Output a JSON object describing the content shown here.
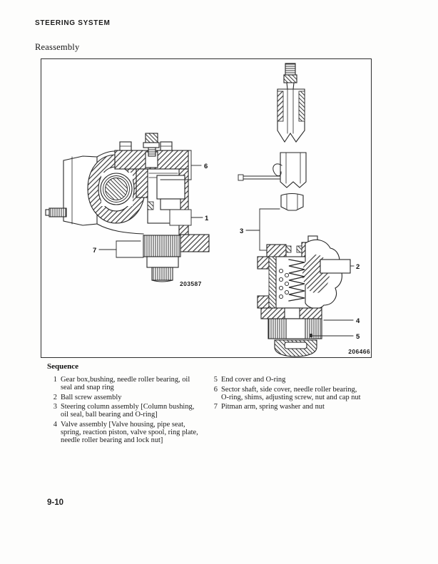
{
  "page": {
    "header": "STEERING SYSTEM",
    "section_title": "Reassembly",
    "page_number": "9-10"
  },
  "figure": {
    "left_diagram": {
      "description": "gear box cross-section",
      "part_number": "203587",
      "callouts": [
        {
          "label": "6"
        },
        {
          "label": "1"
        },
        {
          "label": "7"
        }
      ]
    },
    "right_diagram": {
      "description": "steering column and valve exploded view",
      "part_number": "206466",
      "callouts": [
        {
          "label": "3"
        },
        {
          "label": "2"
        },
        {
          "label": "4"
        },
        {
          "label": "5"
        }
      ]
    }
  },
  "sequence": {
    "heading": "Sequence",
    "left_items": [
      {
        "num": "1",
        "text": "Gear box,bushing, needle roller bearing, oil\nseal and snap ring"
      },
      {
        "num": "2",
        "text": "Ball screw assembly"
      },
      {
        "num": "3",
        "text": "Steering column assembly [Column bushing,\noil seal, ball bearing and O-ring]"
      },
      {
        "num": "4",
        "text": "Valve assembly [Valve housing, pipe seat,\nspring, reaction piston, valve spool, ring plate,\nneedle roller bearing and lock nut]"
      }
    ],
    "right_items": [
      {
        "num": "5",
        "text": "End cover and O-ring"
      },
      {
        "num": "6",
        "text": "Sector shaft, side cover, needle roller bearing,\nO-ring, shims, adjusting screw, nut and cap nut"
      },
      {
        "num": "7",
        "text": "Pitman arm, spring washer and nut"
      }
    ]
  }
}
